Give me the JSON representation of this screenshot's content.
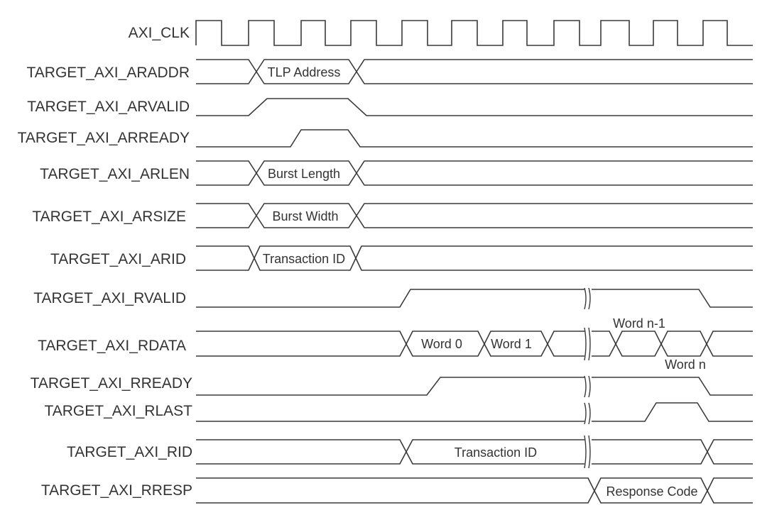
{
  "diagram": {
    "signals": [
      "AXI_CLK",
      "TARGET_AXI_ARADDR",
      "TARGET_AXI_ARVALID",
      "TARGET_AXI_ARREADY",
      "TARGET_AXI_ARLEN",
      "TARGET_AXI_ARSIZE",
      "TARGET_AXI_ARID",
      "TARGET_AXI_RVALID",
      "TARGET_AXI_RDATA",
      "TARGET_AXI_RREADY",
      "TARGET_AXI_RLAST",
      "TARGET_AXI_RID",
      "TARGET_AXI_RRESP"
    ],
    "bus_values": {
      "araddr": "TLP Address",
      "arlen": "Burst Length",
      "arsize": "Burst Width",
      "arid": "Transaction ID",
      "rdata_word0": "Word 0",
      "rdata_word1": "Word 1",
      "rdata_word_n_minus_1": "Word n-1",
      "rdata_word_n": "Word n",
      "rid": "Transaction ID",
      "rresp": "Response Code"
    }
  }
}
